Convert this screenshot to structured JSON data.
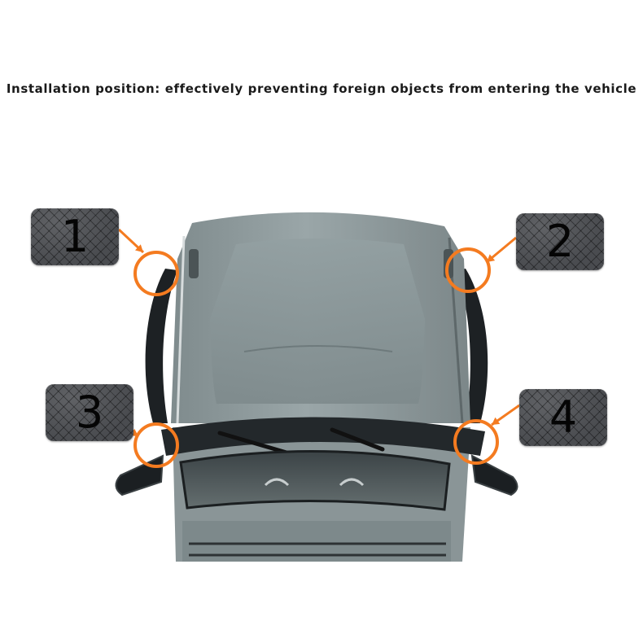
{
  "headline": "Installation position: effectively preventing foreign objects from entering the vehicle",
  "colors": {
    "marker": "#f47b20",
    "pad": "#4a4c50",
    "body_paint": "#8e9a9c",
    "trim": "#1f2326"
  },
  "markers": [
    {
      "id": "1",
      "label": "1"
    },
    {
      "id": "2",
      "label": "2"
    },
    {
      "id": "3",
      "label": "3"
    },
    {
      "id": "4",
      "label": "4"
    }
  ]
}
